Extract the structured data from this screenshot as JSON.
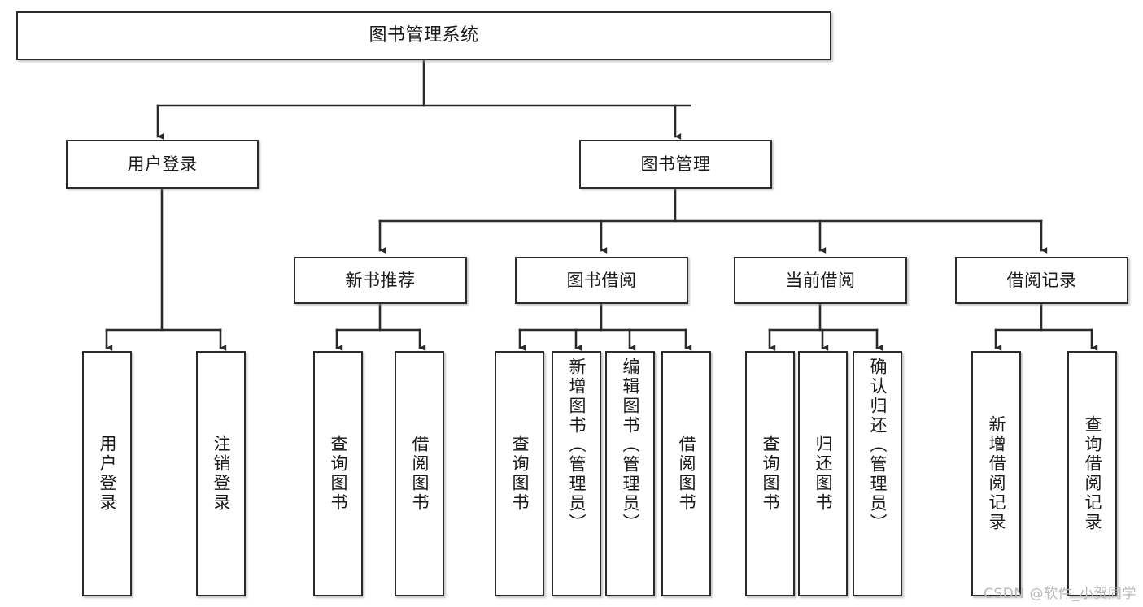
{
  "diagram": {
    "title": "图书管理系统",
    "type": "tree",
    "watermark": "CSDN @软件_小贺同学",
    "colors": {
      "box_border": "#2b2b2b",
      "box_fill": "#ffffff",
      "edge": "#2b2b2b",
      "background": "#ffffff",
      "watermark": "#b9b9b9"
    },
    "levels": {
      "root": [
        "图书管理系统"
      ],
      "level1": [
        "用户登录",
        "图书管理"
      ],
      "level2": [
        "新书推荐",
        "图书借阅",
        "当前借阅",
        "借阅记录"
      ],
      "level3": [
        "用户登录",
        "注销登录",
        "查询图书",
        "借阅图书",
        "查询图书",
        "新增图书（管理员）",
        "编辑图书（管理员）",
        "借阅图书",
        "查询图书",
        "归还图书",
        "确认归还（管理员）",
        "新增借阅记录",
        "查询借阅记录"
      ]
    },
    "nodes": {
      "root": {
        "label": "图书管理系统"
      },
      "user_login": {
        "label": "用户登录"
      },
      "book_manage": {
        "label": "图书管理"
      },
      "new_book_rec": {
        "label": "新书推荐"
      },
      "book_borrow": {
        "label": "图书借阅"
      },
      "current_borrow": {
        "label": "当前借阅"
      },
      "borrow_record": {
        "label": "借阅记录"
      },
      "leaf_user_login": {
        "label": "用户登录"
      },
      "leaf_logout": {
        "label": "注销登录"
      },
      "leaf_query_book_1": {
        "label": "查询图书"
      },
      "leaf_borrow_book_1": {
        "label": "借阅图书"
      },
      "leaf_query_book_2": {
        "label": "查询图书"
      },
      "leaf_add_book": {
        "label": "新增图书（管理员）"
      },
      "leaf_edit_book": {
        "label": "编辑图书（管理员）"
      },
      "leaf_borrow_book_2": {
        "label": "借阅图书"
      },
      "leaf_query_book_3": {
        "label": "查询图书"
      },
      "leaf_return_book": {
        "label": "归还图书"
      },
      "leaf_confirm_return": {
        "label": "确认归还（管理员）"
      },
      "leaf_add_record": {
        "label": "新增借阅记录"
      },
      "leaf_query_record": {
        "label": "查询借阅记录"
      }
    },
    "edges": [
      {
        "from": "root",
        "to": "user_login"
      },
      {
        "from": "root",
        "to": "book_manage"
      },
      {
        "from": "user_login",
        "to": "leaf_user_login"
      },
      {
        "from": "user_login",
        "to": "leaf_logout"
      },
      {
        "from": "book_manage",
        "to": "new_book_rec"
      },
      {
        "from": "book_manage",
        "to": "book_borrow"
      },
      {
        "from": "book_manage",
        "to": "current_borrow"
      },
      {
        "from": "book_manage",
        "to": "borrow_record"
      },
      {
        "from": "new_book_rec",
        "to": "leaf_query_book_1"
      },
      {
        "from": "new_book_rec",
        "to": "leaf_borrow_book_1"
      },
      {
        "from": "book_borrow",
        "to": "leaf_query_book_2"
      },
      {
        "from": "book_borrow",
        "to": "leaf_add_book"
      },
      {
        "from": "book_borrow",
        "to": "leaf_edit_book"
      },
      {
        "from": "book_borrow",
        "to": "leaf_borrow_book_2"
      },
      {
        "from": "current_borrow",
        "to": "leaf_query_book_3"
      },
      {
        "from": "current_borrow",
        "to": "leaf_return_book"
      },
      {
        "from": "current_borrow",
        "to": "leaf_confirm_return"
      },
      {
        "from": "borrow_record",
        "to": "leaf_add_record"
      },
      {
        "from": "borrow_record",
        "to": "leaf_query_record"
      }
    ]
  }
}
